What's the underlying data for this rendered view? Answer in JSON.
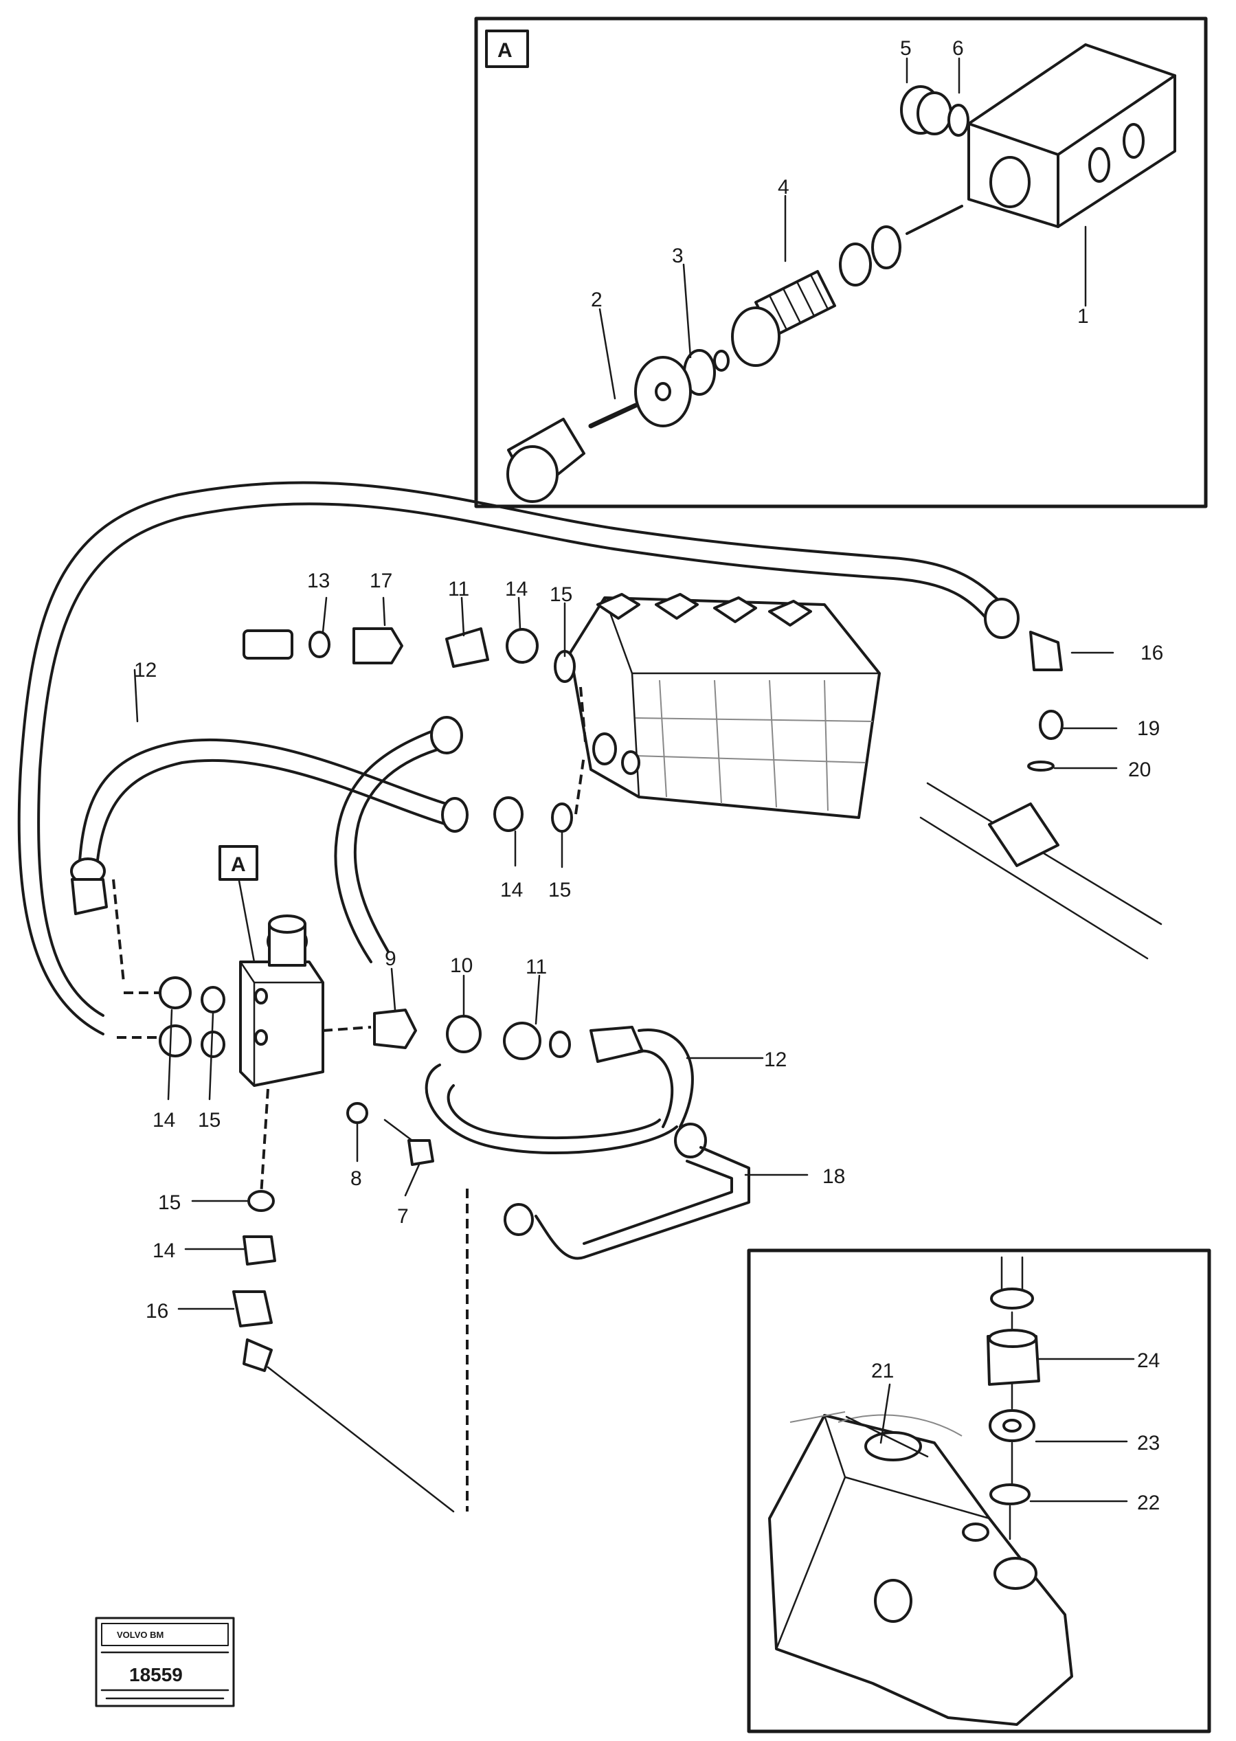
{
  "detail_box_label": "A",
  "callout_A_label": "A",
  "callouts": {
    "detailA_1": "1",
    "detailA_2": "2",
    "detailA_3": "3",
    "detailA_4": "4",
    "detailA_5": "5",
    "detailA_6": "6",
    "c13": "13",
    "c17": "17",
    "c11_top": "11",
    "c14_top": "14",
    "c15_top": "15",
    "c16_right": "16",
    "c19": "19",
    "c20": "20",
    "c12_left": "12",
    "c14_mid": "14",
    "c15_mid": "15",
    "c9": "9",
    "c10": "10",
    "c11_mid": "11",
    "c12_right": "12",
    "c14_low": "14",
    "c15_low": "15",
    "c8": "8",
    "c7": "7",
    "c18": "18",
    "c15_bot": "15",
    "c14_bot": "14",
    "c16_bot": "16",
    "c21": "21",
    "c22": "22",
    "c23": "23",
    "c24": "24"
  },
  "stamp": {
    "line1": "VOLVO BM",
    "number": "18559"
  }
}
